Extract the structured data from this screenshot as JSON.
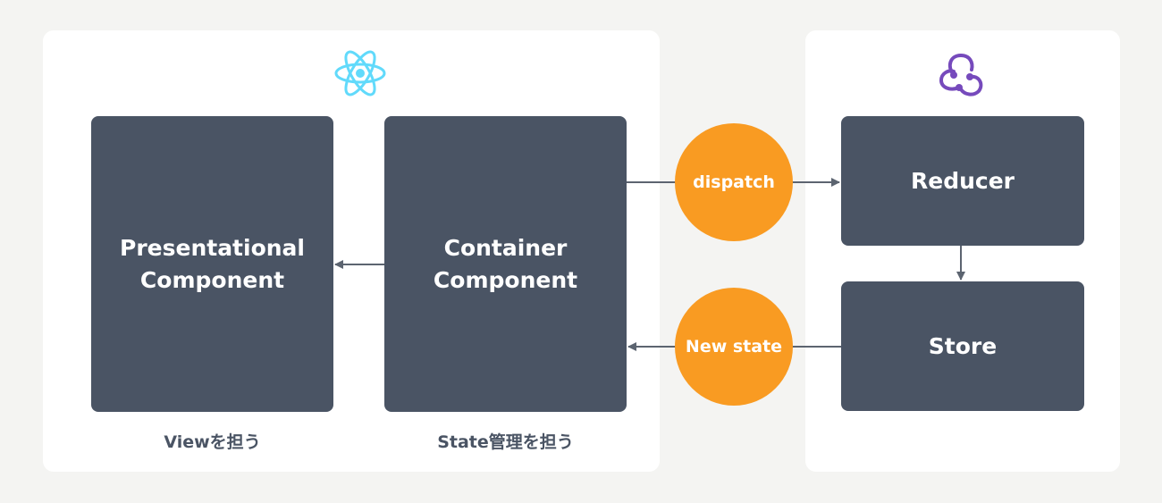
{
  "react_panel": {
    "logo_icon": "react-logo-icon",
    "presentational_label": "Presentational\nComponent",
    "container_label": "Container\nComponent",
    "view_caption": "Viewを担う",
    "state_caption": "State管理を担う"
  },
  "redux_panel": {
    "logo_icon": "redux-logo-icon",
    "reducer_label": "Reducer",
    "store_label": "Store"
  },
  "flows": {
    "dispatch_label": "dispatch",
    "new_state_label": "New state"
  },
  "colors": {
    "box": "#4a5464",
    "accent_orange": "#f99b22",
    "react_cyan": "#61dafb",
    "redux_purple": "#764abc",
    "arrow": "#5c6470"
  }
}
